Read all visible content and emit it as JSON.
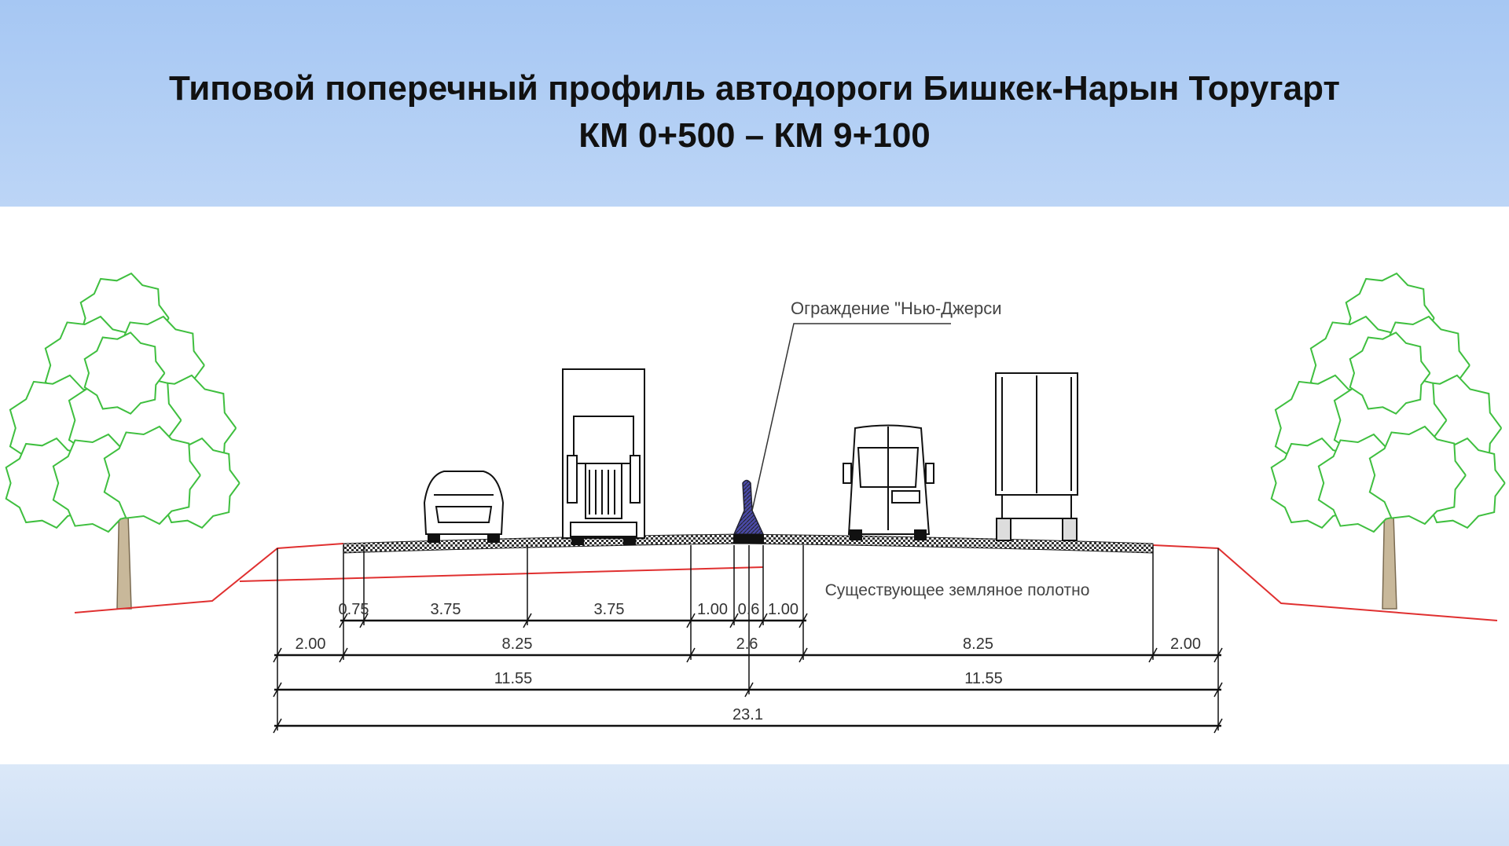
{
  "title": {
    "line1": "Типовой поперечный профиль автодороги Бишкек-Нарын Торугарт",
    "line2": "КМ 0+500 – КМ 9+100"
  },
  "labels": {
    "barrier": "Ограждение \"Нью-Джерси",
    "subgrade": "Существующее земляное полотно"
  },
  "dimensions": {
    "row1": [
      "0.75",
      "3.75",
      "3.75",
      "1.00",
      "0.6",
      "1.00"
    ],
    "row2": [
      "2.00",
      "8.25",
      "2.6",
      "8.25",
      "2.00"
    ],
    "row3": [
      "11.55",
      "11.55"
    ],
    "row4": [
      "23.1"
    ]
  },
  "colors": {
    "tree": "#3fbf3f",
    "ground_line": "#e03030",
    "barrier": "#4a4aa8"
  }
}
